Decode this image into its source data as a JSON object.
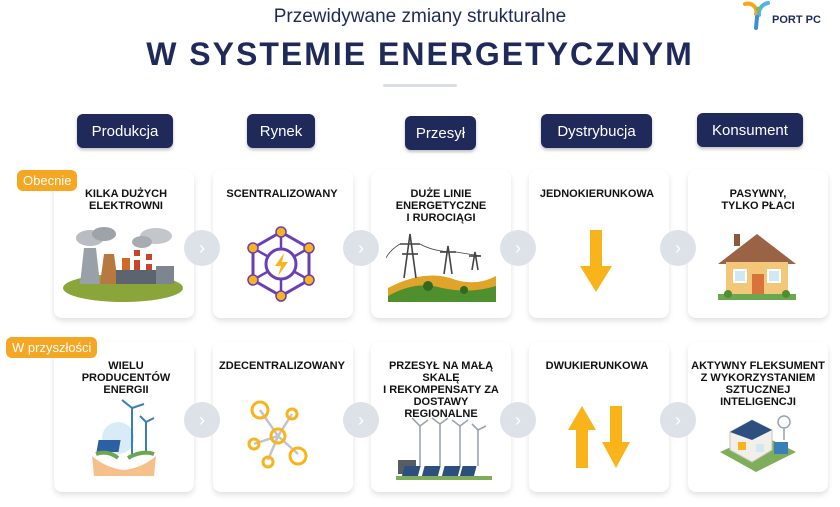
{
  "header": {
    "subtitle": "Przewidywane zmiany strukturalne",
    "title": "W SYSTEMIE ENERGETYCZNYM"
  },
  "logo": {
    "text": "PORT PC"
  },
  "categories": [
    "Produkcja",
    "Rynek",
    "Przesył",
    "Dystrybucja",
    "Konsument"
  ],
  "rows": [
    {
      "label": "Obecnie",
      "items": [
        "KILKA DUŻYCH\nELEKTROWNI",
        "SCENTRALIZOWANY",
        "DUŻE LINIE\nENERGETYCZNE\nI RUROCIĄGI",
        "JEDNOKIERUNKOWA",
        "PASYWNY,\nTYLKO PŁACI"
      ],
      "icons": [
        "power-plant-icon",
        "centralized-network-icon",
        "power-lines-icon",
        "arrow-down-icon",
        "house-icon"
      ]
    },
    {
      "label": "W przyszłości",
      "items": [
        "WIELU\nPRODUCENTÓW\nENERGII",
        "ZDECENTRALIZOWANY",
        "PRZESYŁ NA MAŁĄ\nSKALĘ\nI REKOMPENSATY ZA\nDOSTAWY\nREGIONALNE",
        "DWUKIERUNKOWA",
        "AKTYWNY FLEKSUMENT\nZ WYKORZYSTANIEM\nSZTUCZNEJ\nINTELIGENCJI"
      ],
      "icons": [
        "renewable-hands-icon",
        "decentralized-network-icon",
        "wind-solar-farm-icon",
        "arrows-updown-icon",
        "smart-home-icon"
      ]
    }
  ],
  "colors": {
    "navy": "#1f2a5a",
    "orange": "#f5a623",
    "arrow_bg": "#dde2e8",
    "purple": "#6a3fb5",
    "yellow": "#f8b41a"
  }
}
